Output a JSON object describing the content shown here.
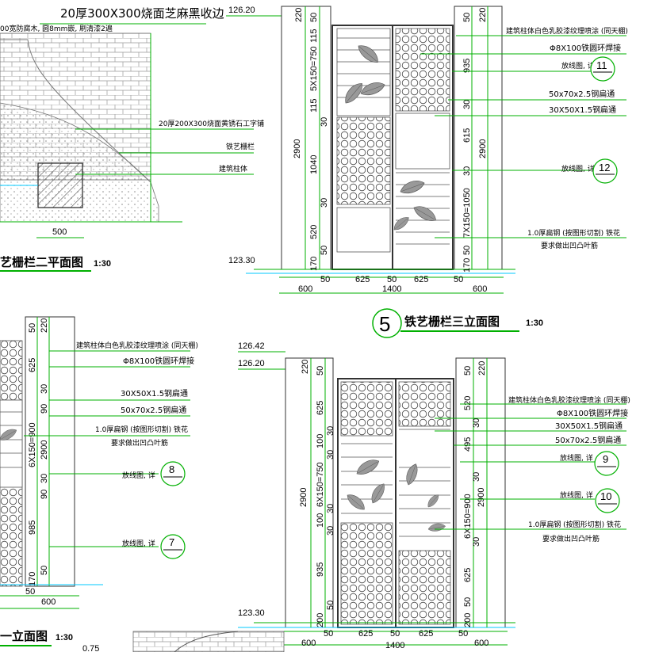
{
  "plan": {
    "heading": "20厚300X300烧面芝麻黑收边",
    "note_left": "00宽防腐木, 圆8mm嵌, 刷清漆2遍",
    "label_yellow_stone": "20厚200X300烧面黄锈石工字铺",
    "label_fence": "铁艺栅栏",
    "label_column": "建筑柱体",
    "dim_500": "500",
    "title": "艺栅栏二平面图",
    "scale": "1:30"
  },
  "elev3": {
    "level_top": "126.20",
    "level_bottom": "123.30",
    "title": "铁艺栅栏三立面图",
    "number": "5",
    "scale": "1:30",
    "left_dims": [
      "220",
      "50",
      "115",
      "5X150=750",
      "115",
      "30",
      "1040",
      "30",
      "520",
      "50",
      "170"
    ],
    "total_height": "2900",
    "right_dims": [
      "220",
      "50",
      "935",
      "30",
      "615",
      "30",
      "7X150=1050",
      "50",
      "170"
    ],
    "bottom_dims": [
      "600",
      "50",
      "625",
      "50",
      "625",
      "50",
      "600"
    ],
    "bottom_total": "1400",
    "notes": [
      "建筑柱体白色乳胶漆纹理喷涂 (同天棚)",
      "Φ8X100铁圆环焊接",
      "放线图, 详",
      "50x70x2.5钢扁通",
      "30X50X1.5钢扁通",
      "放线图, 详",
      "1.0厚扁钢 (按图形切割) 铁花",
      "要求做出凹凸叶筋"
    ],
    "ref_a": "11",
    "ref_b": "12"
  },
  "elev1": {
    "top_dims": [
      "50",
      "220"
    ],
    "left_dims": [
      "625",
      "30",
      "90",
      "6X150=900",
      "30",
      "90",
      "985",
      "170",
      "50"
    ],
    "total_height": "2900",
    "notes": [
      "建筑柱体白色乳胶漆纹理喷涂 (同天棚)",
      "Φ8X100铁圆环焊接",
      "30X50X1.5钢扁通",
      "50x70x2.5钢扁通",
      "1.0厚扁钢 (按图形切割) 铁花",
      "要求做出凹凸叶筋",
      "放线图, 详",
      "放线图, 详"
    ],
    "ref_a": "8",
    "ref_b": "7",
    "bottom_dims": [
      "50",
      "600"
    ],
    "title": "一立面图",
    "scale": "1:30"
  },
  "elev4": {
    "level_top1": "126.42",
    "level_top2": "126.20",
    "level_bottom": "123.30",
    "left_dims": [
      "220",
      "50",
      "625",
      "30",
      "100",
      "30",
      "6X150=750",
      "30",
      "100",
      "30",
      "935",
      "50",
      "200"
    ],
    "total_height": "2900",
    "right_dims": [
      "220",
      "50",
      "520",
      "30",
      "495",
      "30",
      "6X150=900",
      "30",
      "625",
      "50",
      "200"
    ],
    "bottom_dims": [
      "600",
      "50",
      "625",
      "50",
      "625",
      "50",
      "600"
    ],
    "bottom_total": "1400",
    "notes": [
      "建筑柱体白色乳胶漆纹理喷涂 (同天棚)",
      "Φ8X100铁圆环焊接",
      "30X50X1.5钢扁通",
      "50x70x2.5钢扁通",
      "放线图, 详",
      "放线图, 详",
      "1.0厚扁钢 (按图形切割) 铁花",
      "要求做出凹凸叶筋"
    ],
    "ref_a": "9",
    "ref_b": "10",
    "corner_text": "0.75"
  }
}
